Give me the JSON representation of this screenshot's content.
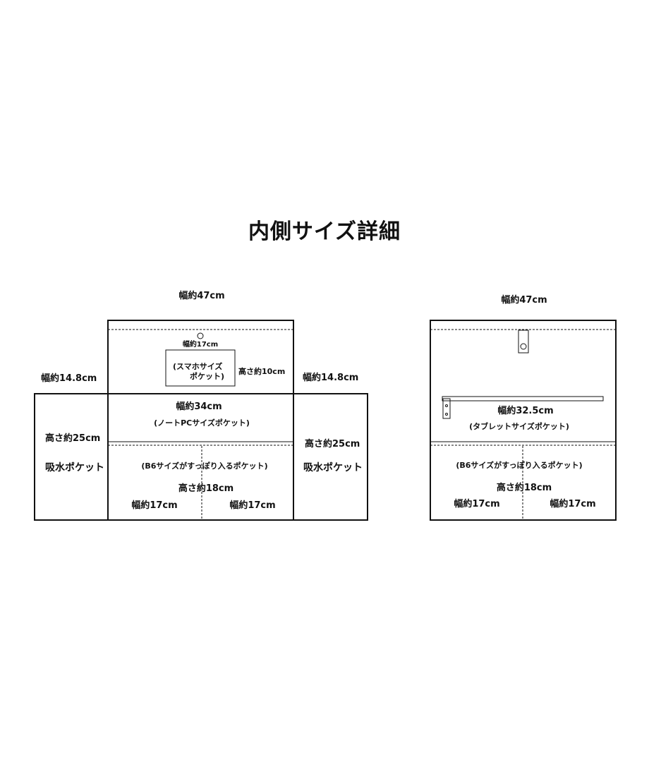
{
  "title": "内側サイズ詳細",
  "left": {
    "top_width": "幅約47cm",
    "phone_width": "幅約17cm",
    "phone_pocket_line1": "(スマホサイズ",
    "phone_pocket_line2": "ポケット)",
    "phone_height": "高さ約10cm",
    "side_width_left": "幅約14.8cm",
    "side_width_right": "幅約14.8cm",
    "laptop_width": "幅約34cm",
    "laptop_pocket": "(ノートPCサイズポケット)",
    "side_height_left": "高さ約25cm",
    "side_height_right": "高さ約25cm",
    "side_pocket_left": "吸水ポケット",
    "side_pocket_right": "吸水ポケット",
    "b6_pocket": "(B6サイズがすっぽり入るポケット)",
    "b6_height": "高さ約18cm",
    "b6_width_left": "幅約17cm",
    "b6_width_right": "幅約17cm"
  },
  "right": {
    "top_width": "幅約47cm",
    "tablet_width": "幅約32.5cm",
    "tablet_pocket": "(タブレットサイズポケット)",
    "b6_pocket": "(B6サイズがすっぽり入るポケット)",
    "b6_height": "高さ約18cm",
    "b6_width_left": "幅約17cm",
    "b6_width_right": "幅約17cm"
  },
  "colors": {
    "line": "#111111",
    "background": "#ffffff"
  }
}
